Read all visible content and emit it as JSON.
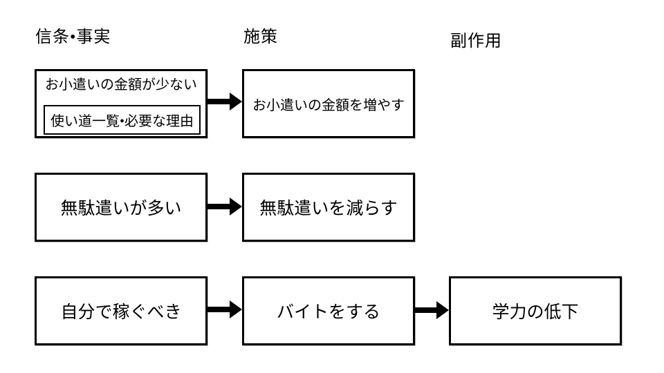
{
  "diagram": {
    "type": "flow-diagram",
    "colors": {
      "background": "#ffffff",
      "border": "#000000",
      "text": "#000000",
      "arrow": "#000000"
    },
    "columns": [
      {
        "header": "信条•事実"
      },
      {
        "header": "施策"
      },
      {
        "header": "副作用"
      }
    ],
    "flows": [
      {
        "belief_title": "お小遣いの金額が少ない",
        "belief_detail": "使い道一覧•必要な理由",
        "measure": "お小遣いの金額を増やす"
      },
      {
        "belief": "無駄遣いが多い",
        "measure": "無駄遣いを減らす"
      },
      {
        "belief": "自分で稼ぐべき",
        "measure": "バイトをする",
        "side_effect": "学力の低下"
      }
    ]
  }
}
